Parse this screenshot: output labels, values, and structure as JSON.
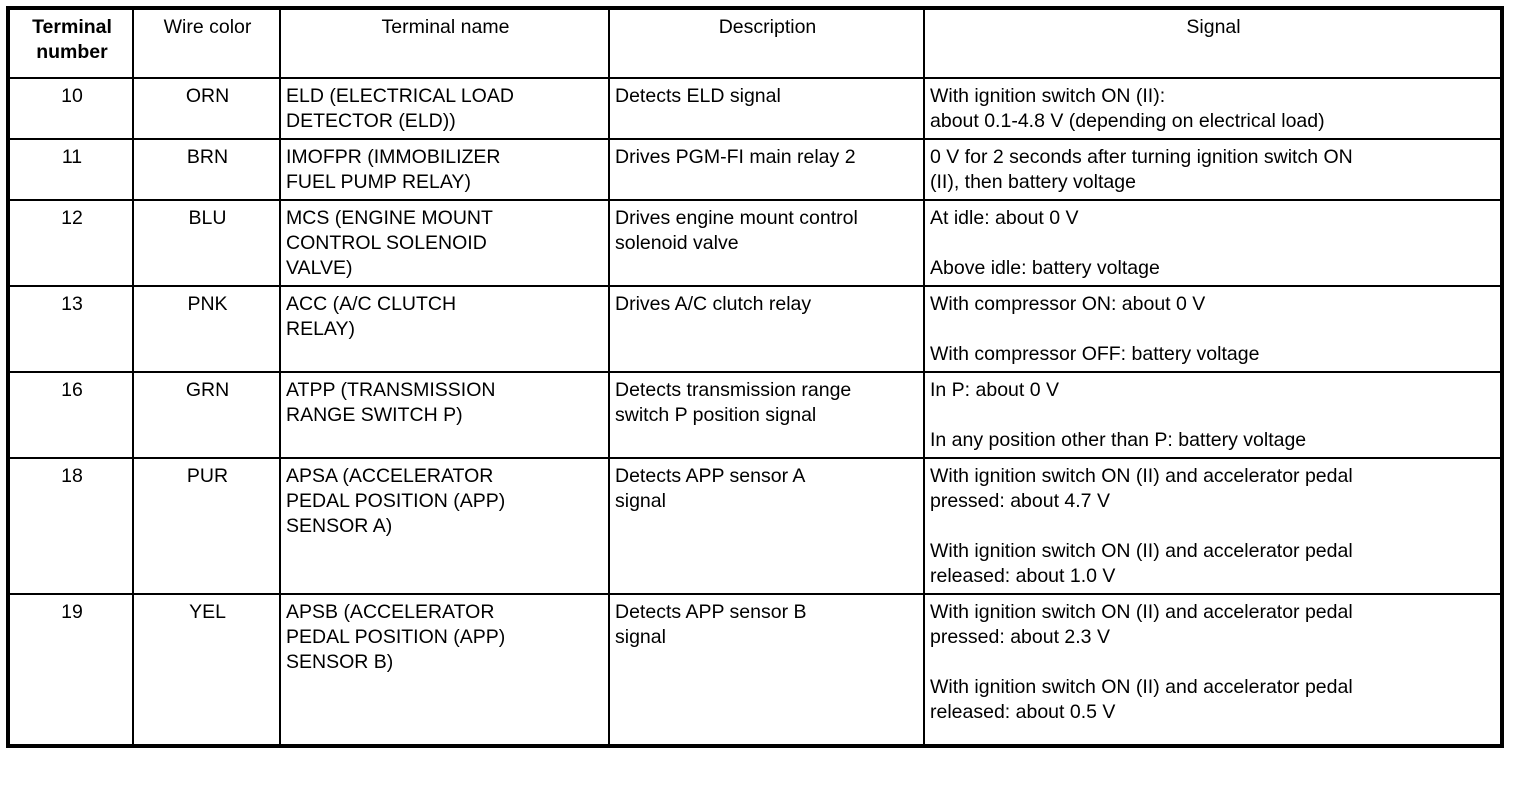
{
  "table": {
    "headers": {
      "terminal_number": "Terminal\nnumber",
      "wire_color": "Wire color",
      "terminal_name": "Terminal name",
      "description": "Description",
      "signal": "Signal"
    },
    "rows": [
      {
        "terminal_number": "10",
        "wire_color": "ORN",
        "terminal_name": "ELD (ELECTRICAL LOAD\nDETECTOR (ELD))",
        "description": "Detects ELD signal",
        "signal": "With ignition switch ON (II):\nabout 0.1-4.8 V (depending on electrical load)"
      },
      {
        "terminal_number": "11",
        "wire_color": "BRN",
        "terminal_name": "IMOFPR (IMMOBILIZER\nFUEL PUMP RELAY)",
        "description": "Drives PGM-FI main relay 2",
        "signal": "0 V for 2 seconds after turning ignition switch ON\n(II), then battery voltage"
      },
      {
        "terminal_number": "12",
        "wire_color": "BLU",
        "terminal_name": "MCS (ENGINE MOUNT\nCONTROL SOLENOID\nVALVE)",
        "description": "Drives engine mount control\nsolenoid valve",
        "signal": "At idle: about 0 V\n\nAbove idle: battery voltage"
      },
      {
        "terminal_number": "13",
        "wire_color": "PNK",
        "terminal_name": "ACC (A/C CLUTCH\nRELAY)",
        "description": "Drives A/C clutch relay",
        "signal": "With compressor ON: about 0 V\n\nWith compressor OFF: battery voltage"
      },
      {
        "terminal_number": "16",
        "wire_color": "GRN",
        "terminal_name": "ATPP (TRANSMISSION\nRANGE SWITCH P)",
        "description": "Detects transmission range\nswitch P position signal",
        "signal": "In P: about 0 V\n\nIn any position other than P: battery voltage"
      },
      {
        "terminal_number": "18",
        "wire_color": "PUR",
        "terminal_name": "APSA (ACCELERATOR\nPEDAL POSITION (APP)\nSENSOR A)",
        "description": "Detects APP sensor A\nsignal",
        "signal": "With ignition switch ON (II) and accelerator pedal\npressed: about 4.7 V\n\nWith ignition switch ON (II) and accelerator pedal\nreleased: about 1.0 V"
      },
      {
        "terminal_number": "19",
        "wire_color": "YEL",
        "terminal_name": "APSB (ACCELERATOR\nPEDAL POSITION (APP)\nSENSOR B)",
        "description": "Detects APP sensor B\nsignal",
        "signal": "With ignition switch ON (II) and accelerator pedal\npressed: about 2.3 V\n\nWith ignition switch ON (II) and accelerator pedal\nreleased: about 0.5 V"
      }
    ]
  }
}
